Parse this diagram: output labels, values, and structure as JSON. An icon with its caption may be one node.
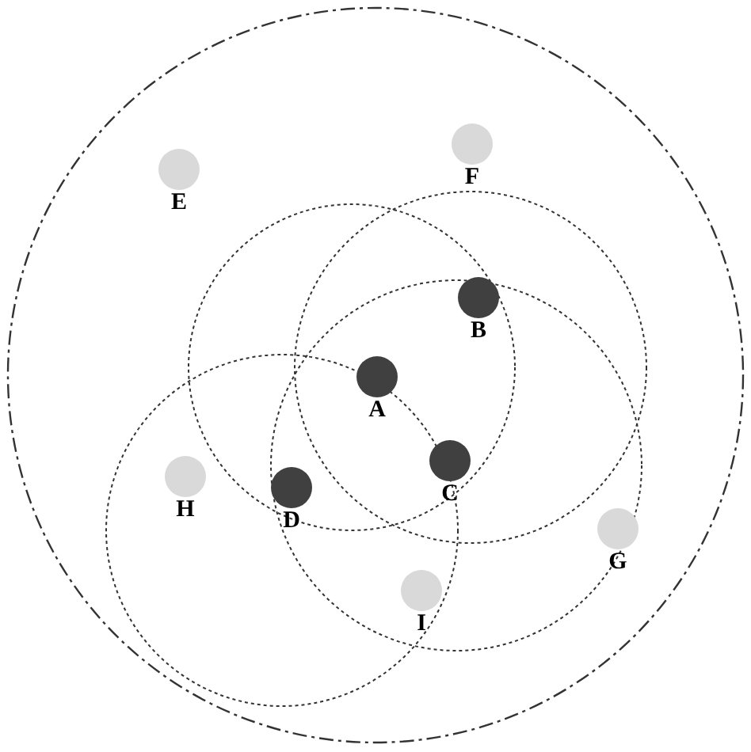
{
  "diagram": {
    "nodes": [
      {
        "text": [
          "E"
        ]
      },
      {
        "text": [
          "F"
        ]
      },
      {
        "text": [
          "B"
        ]
      },
      {
        "text": [
          "A"
        ]
      },
      {
        "text": [
          "H"
        ]
      },
      {
        "text": [
          "C"
        ]
      },
      {
        "text": [
          "D"
        ]
      },
      {
        "text": [
          "G"
        ]
      },
      {
        "text": [
          "I"
        ]
      }
    ]
  }
}
